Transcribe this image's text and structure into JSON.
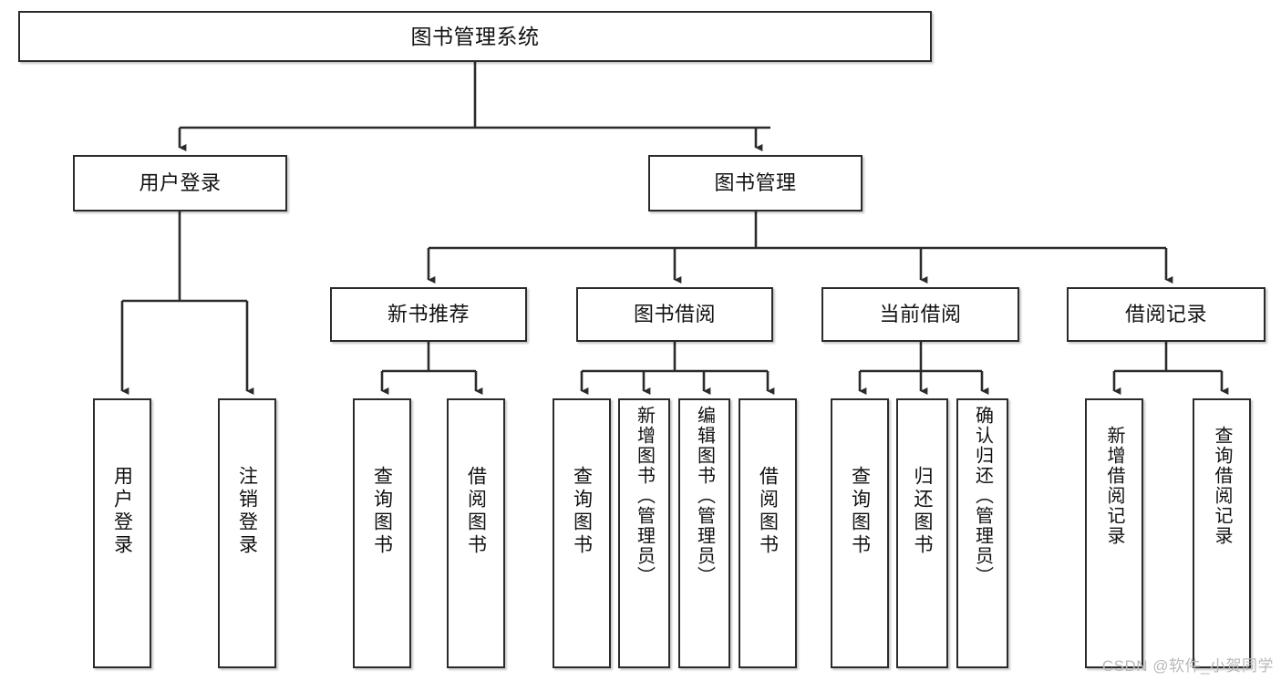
{
  "diagram": {
    "type": "tree-hierarchy-chart",
    "title": "图书管理系统",
    "watermark": "CSDN @软件_小贺同学",
    "stroke_color": "#2b2b2b",
    "fill_color": "#ffffff",
    "text_color": "#111111",
    "watermark_color": "#b9b9b9"
  },
  "nodes": {
    "root": {
      "label": "图书管理系统"
    },
    "level2": [
      {
        "id": "user-login",
        "label": "用户登录"
      },
      {
        "id": "book-manage",
        "label": "图书管理"
      }
    ],
    "level3": [
      {
        "id": "new-book-recommend",
        "label": "新书推荐"
      },
      {
        "id": "book-borrow",
        "label": "图书借阅"
      },
      {
        "id": "current-borrow",
        "label": "当前借阅"
      },
      {
        "id": "borrow-record",
        "label": "借阅记录"
      }
    ],
    "leaves": [
      {
        "id": "leaf-user-login",
        "label": "用户登录",
        "parent": "user-login"
      },
      {
        "id": "leaf-user-logout",
        "label": "注销登录",
        "parent": "user-login"
      },
      {
        "id": "leaf-query-book-1",
        "label": "查询图书",
        "parent": "new-book-recommend"
      },
      {
        "id": "leaf-borrow-book-1",
        "label": "借阅图书",
        "parent": "new-book-recommend"
      },
      {
        "id": "leaf-query-book-2",
        "label": "查询图书",
        "parent": "book-borrow"
      },
      {
        "id": "leaf-add-book",
        "label": "新增图书（管理员）",
        "parent": "book-borrow"
      },
      {
        "id": "leaf-edit-book",
        "label": "编辑图书（管理员）",
        "parent": "book-borrow"
      },
      {
        "id": "leaf-borrow-book-2",
        "label": "借阅图书",
        "parent": "book-borrow"
      },
      {
        "id": "leaf-query-book-3",
        "label": "查询图书",
        "parent": "current-borrow"
      },
      {
        "id": "leaf-return-book",
        "label": "归还图书",
        "parent": "current-borrow"
      },
      {
        "id": "leaf-confirm-return",
        "label": "确认归还（管理员）",
        "parent": "current-borrow"
      },
      {
        "id": "leaf-add-record",
        "label": "新增借阅记录",
        "parent": "borrow-record"
      },
      {
        "id": "leaf-query-record",
        "label": "查询借阅记录",
        "parent": "borrow-record"
      }
    ]
  }
}
